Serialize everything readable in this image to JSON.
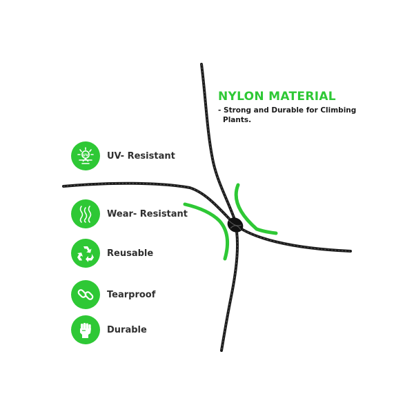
{
  "headline": "NYLON MATERIAL",
  "subline": {
    "line1": "- Strong and Durable for Climbing",
    "line2": "Plants."
  },
  "features": [
    {
      "label": "UV- Resistant",
      "icon": "sun-uv-icon"
    },
    {
      "label": "Wear- Resistant",
      "icon": "wear-lines-icon"
    },
    {
      "label": "Reusable",
      "icon": "recycle-icon"
    },
    {
      "label": "Tearproof",
      "icon": "chain-link-icon"
    },
    {
      "label": "Durable",
      "icon": "fist-icon"
    }
  ],
  "colors": {
    "accent": "#2ec835",
    "rope": "#1b1b1b",
    "text": "#2f2f2f",
    "background": "#ffffff"
  }
}
